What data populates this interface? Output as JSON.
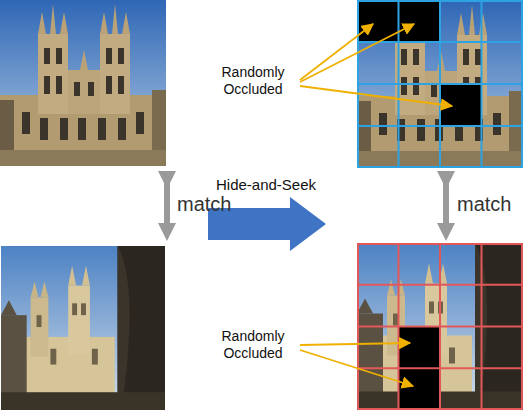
{
  "diagram": {
    "labels": [
      "Randomly Occluded",
      "Hide-and-Seek",
      "match",
      "match",
      "Randomly Occluded"
    ]
  }
}
